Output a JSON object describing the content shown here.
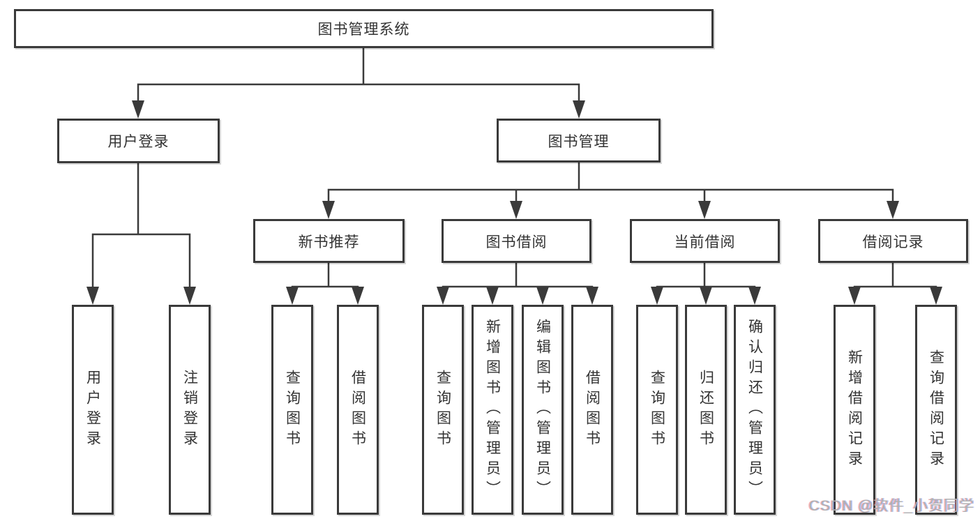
{
  "diagram": {
    "root": "图书管理系统",
    "level2": {
      "user_login": "用户登录",
      "book_mgmt": "图书管理"
    },
    "level3": {
      "new_books": "新书推荐",
      "book_borrow": "图书借阅",
      "current_borrow": "当前借阅",
      "borrow_records": "借阅记录"
    },
    "leaves": {
      "user_login": [
        "用户登录",
        "注销登录"
      ],
      "new_books": [
        "查询图书",
        "借阅图书"
      ],
      "book_borrow": [
        "查询图书",
        "新增图书（管理员）",
        "编辑图书（管理员）",
        "借阅图书"
      ],
      "current_borrow": [
        "查询图书",
        "归还图书",
        "确认归还（管理员）"
      ],
      "borrow_records": [
        "新增借阅记录",
        "查询借阅记录"
      ]
    },
    "watermark": "CSDN @软件_小贺同学",
    "colors": {
      "line": "#3a3a3a",
      "box_border": "#3a3a3a",
      "box_fill": "#ffffff",
      "text": "#333333",
      "watermark": "#b0b0b0"
    }
  }
}
